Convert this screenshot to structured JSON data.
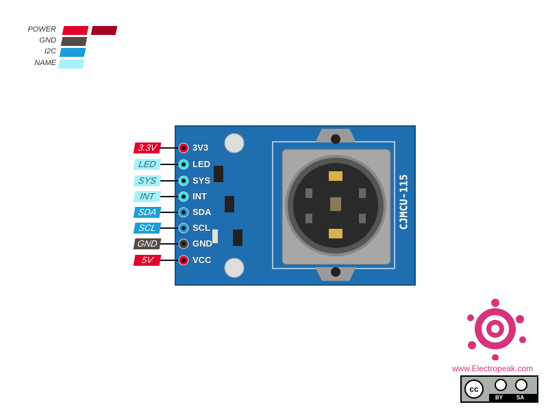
{
  "legend": [
    {
      "label": "POWER",
      "colors": [
        "#e4002b",
        "#a3001e"
      ]
    },
    {
      "label": "GND",
      "colors": [
        "#554b44"
      ]
    },
    {
      "label": "I2C",
      "colors": [
        "#1a9fd9"
      ]
    },
    {
      "label": "NAME",
      "colors": [
        "#a6f1fb"
      ]
    }
  ],
  "pins": [
    {
      "name": "3.3V",
      "board": "3V3",
      "type": "power"
    },
    {
      "name": "LED",
      "board": "LED",
      "type": "name"
    },
    {
      "name": "SYS",
      "board": "SYS",
      "type": "name"
    },
    {
      "name": "INT",
      "board": "INT",
      "type": "name"
    },
    {
      "name": "SDA",
      "board": "SDA",
      "type": "i2c"
    },
    {
      "name": "SCL",
      "board": "SCL",
      "type": "i2c"
    },
    {
      "name": "GND",
      "board": "GND",
      "type": "gnd"
    },
    {
      "name": "5V",
      "board": "VCC",
      "type": "power"
    }
  ],
  "board_model": "CJMCU-115",
  "brand": {
    "website": "www.Electropeak.com",
    "license": [
      "BY",
      "SA"
    ],
    "cc": "cc",
    "color": "#d6337a"
  }
}
